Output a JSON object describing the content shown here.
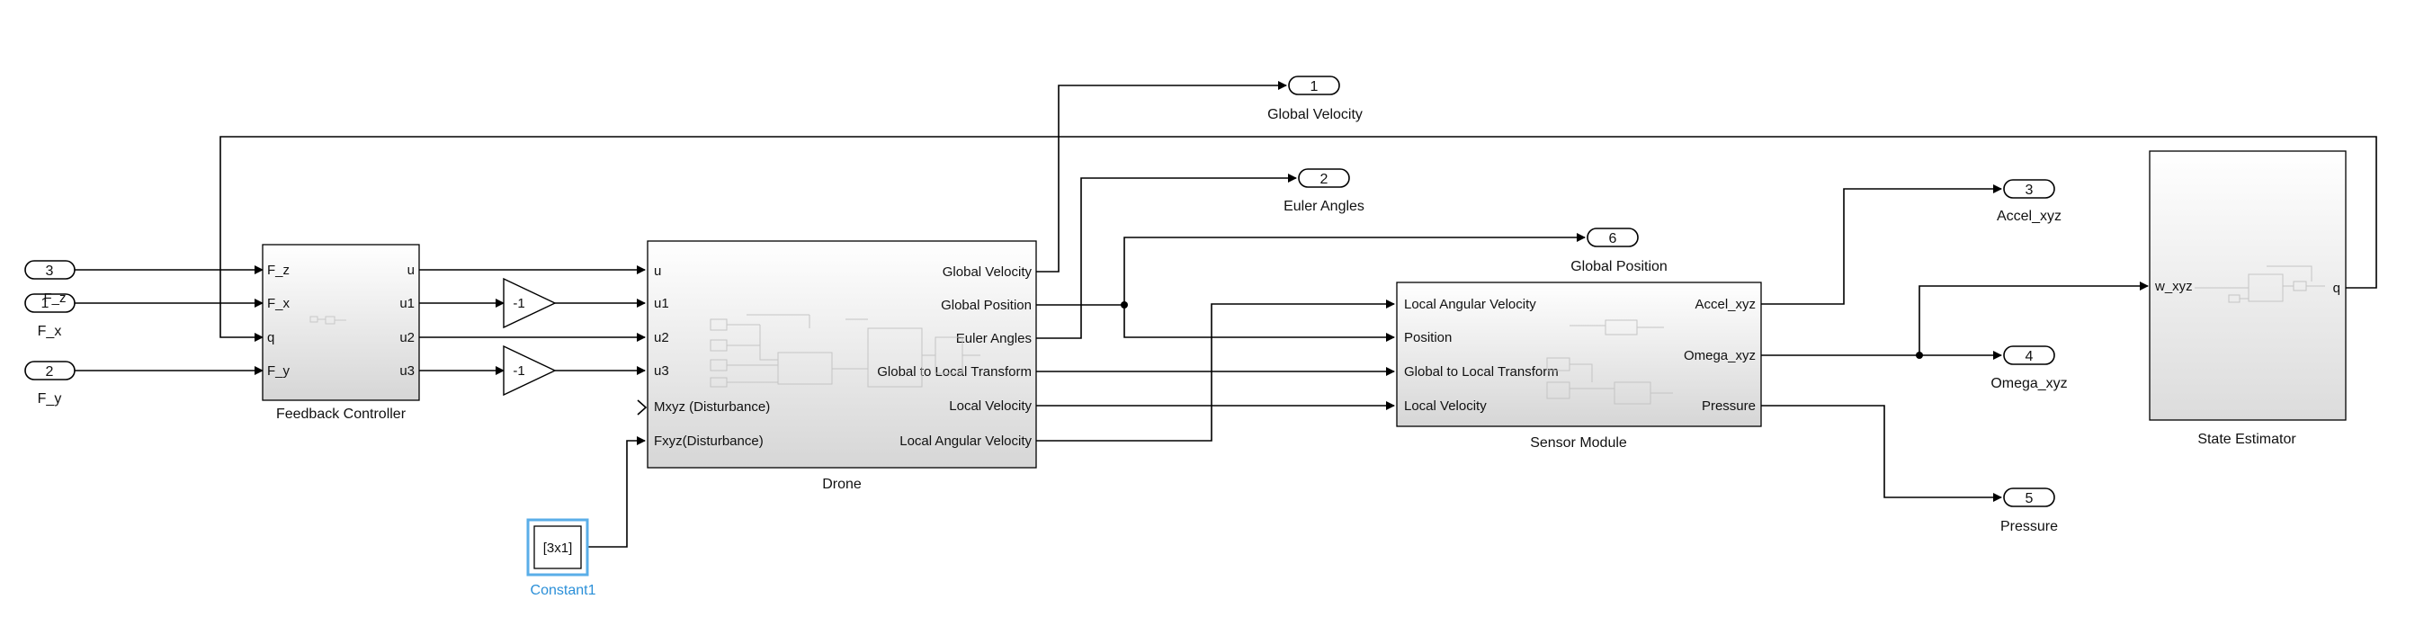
{
  "inports": [
    {
      "num": "3",
      "name": ""
    },
    {
      "num": "1",
      "name": "F_x",
      "overlay": "F_z"
    },
    {
      "num": "2",
      "name": "F_y"
    }
  ],
  "feedback_controller": {
    "name": "Feedback Controller",
    "inputs": [
      "F_z",
      "F_x",
      "q",
      "F_y"
    ],
    "outputs": [
      "u",
      "u1",
      "u2",
      "u3"
    ]
  },
  "gains": [
    "-1",
    "-1"
  ],
  "drone": {
    "name": "Drone",
    "inputs": [
      "u",
      "u1",
      "u2",
      "u3",
      "Mxyz (Disturbance)",
      "Fxyz(Disturbance)"
    ],
    "outputs": [
      "Global Velocity",
      "Global Position",
      "Euler Angles",
      "Global to Local Transform",
      "Local Velocity",
      "Local Angular Velocity"
    ]
  },
  "constant": {
    "value": "[3x1]",
    "name": "Constant1",
    "selected_color": "#2a8fd8"
  },
  "sensor_module": {
    "name": "Sensor Module",
    "inputs": [
      "Local Angular Velocity",
      "Position",
      "Global to Local Transform",
      "Local Velocity"
    ],
    "outputs": [
      "Accel_xyz",
      "Omega_xyz",
      "Pressure"
    ]
  },
  "state_estimator": {
    "name": "State Estimator",
    "inputs": [
      "w_xyz"
    ],
    "outputs": [
      "q"
    ]
  },
  "outports": [
    {
      "num": "1",
      "name": "Global Velocity"
    },
    {
      "num": "2",
      "name": "Euler Angles"
    },
    {
      "num": "6",
      "name": "Global Position"
    },
    {
      "num": "3",
      "name": "Accel_xyz"
    },
    {
      "num": "4",
      "name": "Omega_xyz"
    },
    {
      "num": "5",
      "name": "Pressure"
    }
  ]
}
